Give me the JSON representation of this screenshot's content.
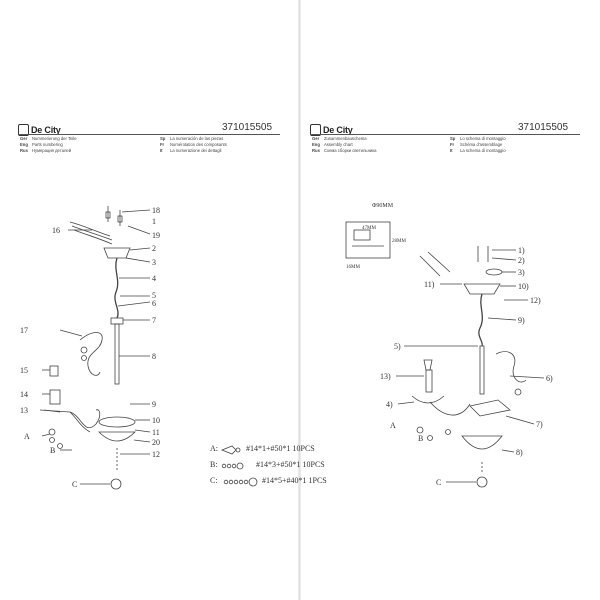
{
  "brand": "De City",
  "model_code": "371015505",
  "left_legend": [
    {
      "lang": "Ger",
      "text": "Nummerierung der Teile"
    },
    {
      "lang": "Eng",
      "text": "Parts numbering"
    },
    {
      "lang": "Rus",
      "text": "Нумерация деталей"
    }
  ],
  "left_legend_b": [
    {
      "lang": "Sp",
      "text": "La numeración de las piezas"
    },
    {
      "lang": "Fr",
      "text": "Numérotation des composants"
    },
    {
      "lang": "It",
      "text": "La numerazione dei dettagli"
    }
  ],
  "right_legend": [
    {
      "lang": "Ger",
      "text": "Zusammenbauschema"
    },
    {
      "lang": "Eng",
      "text": "Assembly chart"
    },
    {
      "lang": "Rus",
      "text": "Схема сборки светильника"
    }
  ],
  "right_legend_b": [
    {
      "lang": "Sp",
      "text": "Lo schema di montaggio"
    },
    {
      "lang": "Fr",
      "text": "Schéma d'assemblage"
    },
    {
      "lang": "It",
      "text": "La schema di montaggio"
    }
  ],
  "left_labels": [
    "18",
    "1",
    "19",
    "16",
    "2",
    "3",
    "4",
    "5",
    "6",
    "7",
    "17",
    "8",
    "15",
    "14",
    "9",
    "13",
    "10",
    "11",
    "A",
    "20",
    "B",
    "12",
    "C"
  ],
  "right_labels": [
    "1)",
    "2)",
    "3)",
    "10)",
    "11)",
    "12)",
    "9)",
    "5)",
    "6)",
    "13)",
    "4)",
    "7)",
    "A",
    "B",
    "8)",
    "C"
  ],
  "dimensions": {
    "top": "Φ90MM",
    "width": "47MM",
    "height": "16MM",
    "depth": "28MM"
  },
  "pieces": [
    {
      "key": "A:",
      "spec": "#14*1+#50*1  10PCS"
    },
    {
      "key": "B:",
      "spec": "#14*3+#50*1  10PCS"
    },
    {
      "key": "C:",
      "spec": "#14*5+#40*1  1PCS"
    }
  ],
  "colors": {
    "ink": "#333333",
    "paper": "#ffffff"
  }
}
